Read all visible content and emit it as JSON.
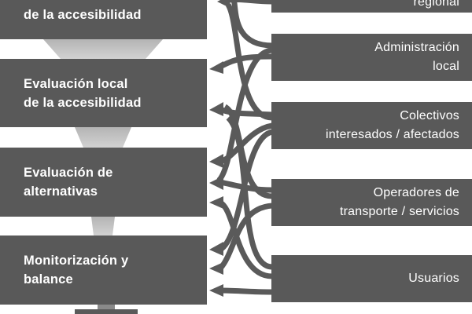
{
  "process_stages": [
    {
      "lines": [
        "",
        "de la accesibilidad"
      ]
    },
    {
      "lines": [
        "Evaluación local",
        "de la accesibilidad"
      ]
    },
    {
      "lines": [
        "Evaluación de",
        "alternativas"
      ]
    },
    {
      "lines": [
        "Monitorización y",
        "balance"
      ]
    }
  ],
  "stakeholders": [
    {
      "lines": [
        "regional"
      ]
    },
    {
      "lines": [
        "Administración",
        "local"
      ]
    },
    {
      "lines": [
        "Colectivos",
        "interesados / afectados"
      ]
    },
    {
      "lines": [
        "Operadores de",
        "transporte / servicios"
      ]
    },
    {
      "lines": [
        "Usuarios"
      ]
    }
  ],
  "colors": {
    "box": "#595959",
    "flow": "#5a5a5a",
    "funnel": "#bdbdbd",
    "text": "#ffffff"
  }
}
